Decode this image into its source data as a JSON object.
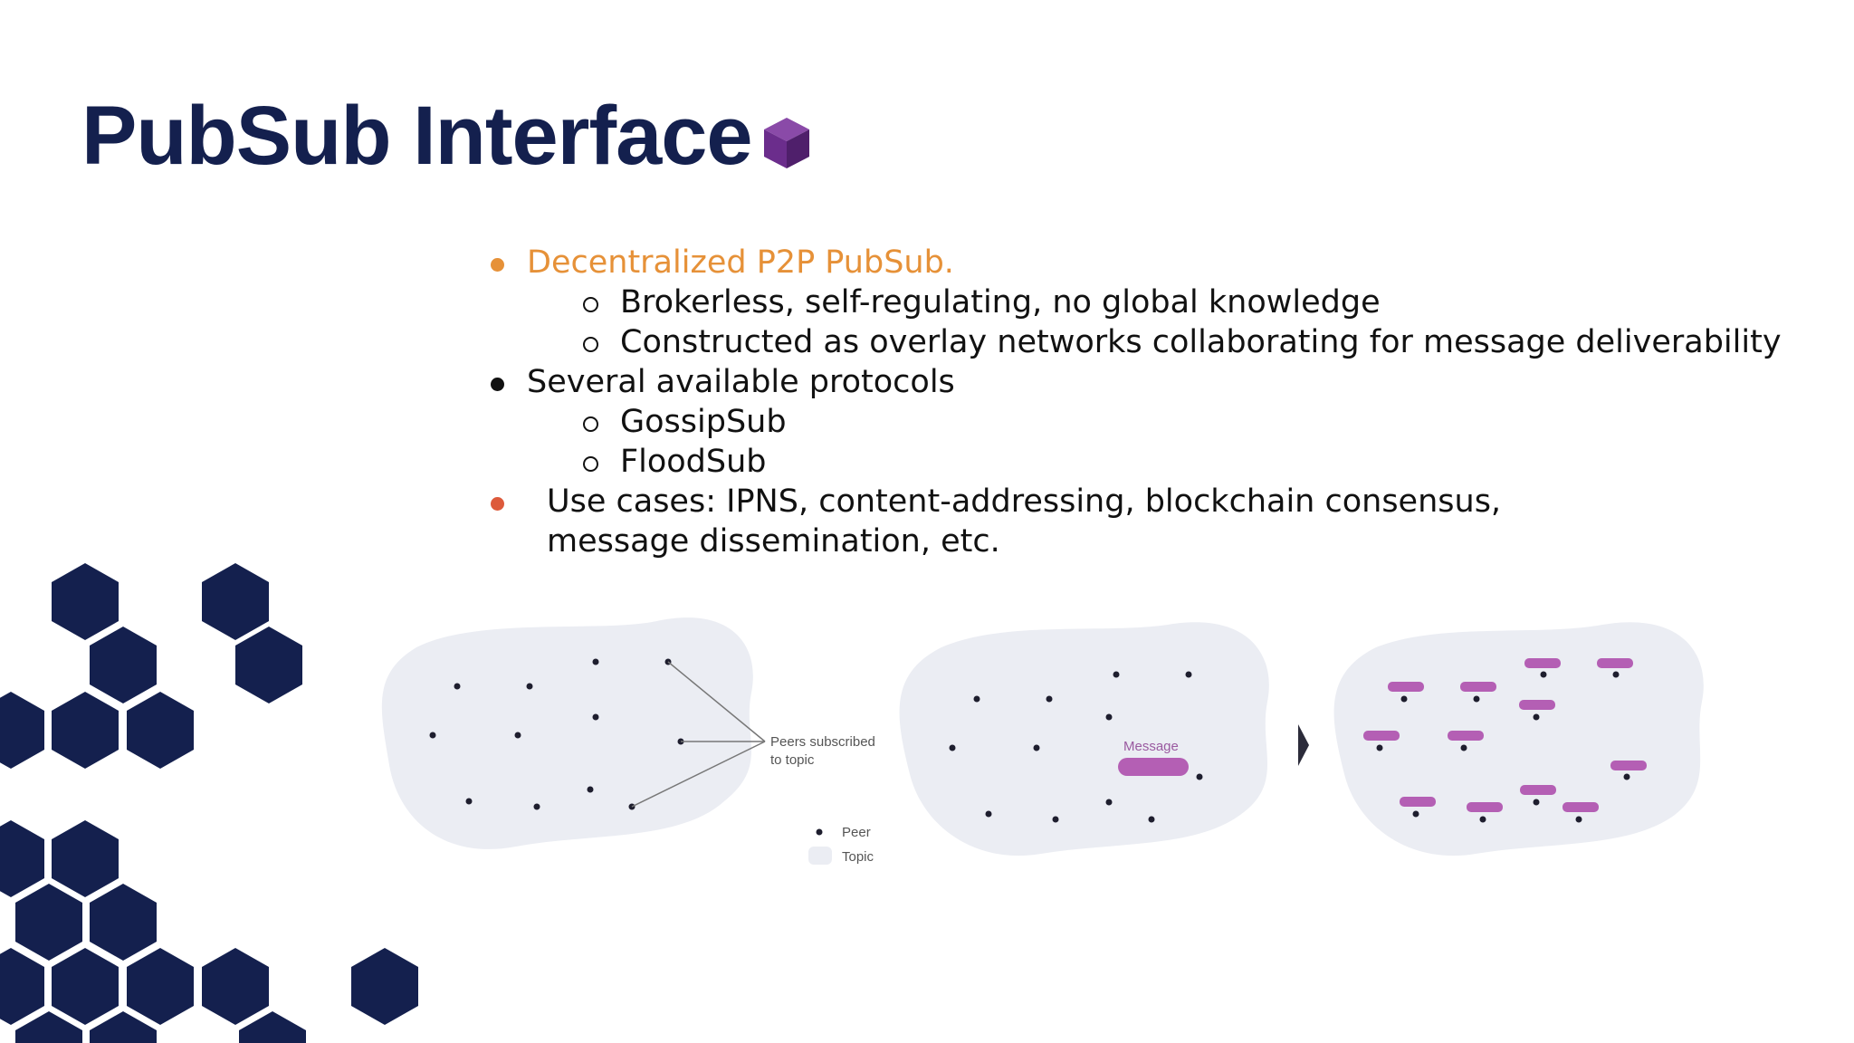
{
  "slide": {
    "title": "PubSub Interface",
    "bullets": [
      {
        "text": "Decentralized P2P PubSub.",
        "color": "#e69138",
        "dot_color": "#e69138",
        "sub": [
          "Brokerless, self-regulating, no global knowledge",
          "Constructed as overlay networks collaborating for message deliverability"
        ]
      },
      {
        "text": "Several available protocols",
        "color": "#111111",
        "dot_color": "#111111",
        "sub": [
          "GossipSub",
          "FloodSub"
        ]
      },
      {
        "text": "Use cases: IPNS, content-addressing, blockchain consensus, message dissemination, etc.",
        "color": "#111111",
        "dot_color": "#dd5a3b",
        "sub": []
      }
    ]
  },
  "diagram": {
    "annotation_line1": "Peers subscribed",
    "annotation_line2": "to topic",
    "message_label": "Message",
    "legend_peer": "Peer",
    "legend_topic": "Topic"
  },
  "colors": {
    "title": "#14204e",
    "hexagon": "#14204e",
    "cube": "#6b2d8c",
    "topic_fill": "#ebedf3",
    "message": "#b45fb4"
  },
  "icons": {
    "cube": "purple-cube-icon",
    "arrow": "right-arrow-icon"
  }
}
